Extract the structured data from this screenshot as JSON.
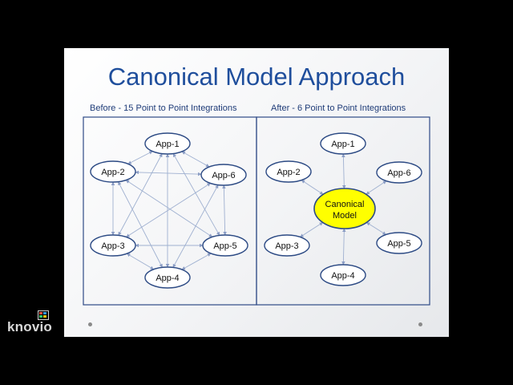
{
  "slide": {
    "title": "Canonical Model Approach",
    "before_caption": "Before - 15 Point to Point Integrations",
    "after_caption": "After - 6 Point to Point Integrations"
  },
  "before": {
    "nodes": [
      {
        "id": "app1",
        "label": "App-1"
      },
      {
        "id": "app2",
        "label": "App-2"
      },
      {
        "id": "app6",
        "label": "App-6"
      },
      {
        "id": "app3",
        "label": "App-3"
      },
      {
        "id": "app5",
        "label": "App-5"
      },
      {
        "id": "app4",
        "label": "App-4"
      }
    ],
    "edges": [
      [
        "app1",
        "app2"
      ],
      [
        "app1",
        "app6"
      ],
      [
        "app1",
        "app3"
      ],
      [
        "app1",
        "app5"
      ],
      [
        "app1",
        "app4"
      ],
      [
        "app2",
        "app6"
      ],
      [
        "app2",
        "app3"
      ],
      [
        "app2",
        "app5"
      ],
      [
        "app2",
        "app4"
      ],
      [
        "app6",
        "app3"
      ],
      [
        "app6",
        "app5"
      ],
      [
        "app6",
        "app4"
      ],
      [
        "app3",
        "app5"
      ],
      [
        "app3",
        "app4"
      ],
      [
        "app5",
        "app4"
      ]
    ]
  },
  "after": {
    "hub": {
      "id": "canonical",
      "label_line1": "Canonical",
      "label_line2": "Model",
      "fill": "#ffff00"
    },
    "nodes": [
      {
        "id": "app1",
        "label": "App-1"
      },
      {
        "id": "app2",
        "label": "App-2"
      },
      {
        "id": "app6",
        "label": "App-6"
      },
      {
        "id": "app3",
        "label": "App-3"
      },
      {
        "id": "app5",
        "label": "App-5"
      },
      {
        "id": "app4",
        "label": "App-4"
      }
    ]
  },
  "logo": {
    "text": "knovio"
  },
  "colors": {
    "title": "#1f4e9c",
    "frame": "#2e4a86",
    "node_stroke": "#2c4a84",
    "edge": "#9fb0d0"
  }
}
